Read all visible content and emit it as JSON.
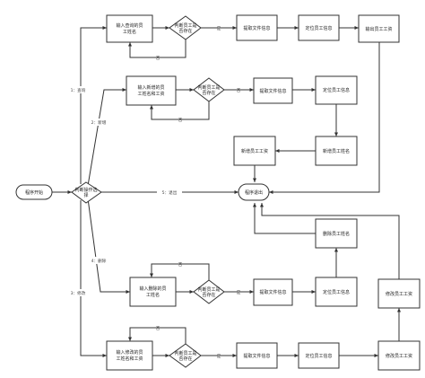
{
  "nodes": {
    "start": "程序开始",
    "judge_op": [
      "判断操作选",
      "择"
    ],
    "exit": "程序退出",
    "q_input": [
      "输入查询的员",
      "工姓名"
    ],
    "q_judge": [
      "判断员工是",
      "否存在"
    ],
    "q_fetch": "提取文件信息",
    "q_locate": "定位员工信息",
    "q_output": "输出员工工资",
    "a_input": [
      "输入新增的员",
      "工姓名和工资"
    ],
    "a_judge": [
      "判断员工是",
      "否存在"
    ],
    "a_fetch": "提取文件信息",
    "a_locate": "定位员工信息",
    "a_new": "新增员工姓名",
    "a_newwage": "新增员工工资",
    "d_input": [
      "输入删除的员",
      "工姓名"
    ],
    "d_judge": [
      "判断员工是",
      "否存在"
    ],
    "d_fetch": "提取文件信息",
    "d_locate": "定位员工信息",
    "d_delete": "删除员工姓名",
    "m_input": [
      "输入修改的员",
      "工姓名和工资"
    ],
    "m_judge": [
      "判断员工是",
      "否存在"
    ],
    "m_fetch": "提取文件信息",
    "m_locate": "定位员工信息",
    "m_modify": "修改员工工资",
    "m_modwage": "修改员工工资"
  },
  "edge_labels": {
    "query": "1：查询",
    "add": "2：新增",
    "exit": "5：退出",
    "delete": "4：删除",
    "modify": "3：修改",
    "q_yes": "是",
    "q_no": "否",
    "a_yes": "否",
    "a_no": "否",
    "d_yes": "是",
    "d_no": "否",
    "m_yes": "是",
    "m_no": "否"
  }
}
